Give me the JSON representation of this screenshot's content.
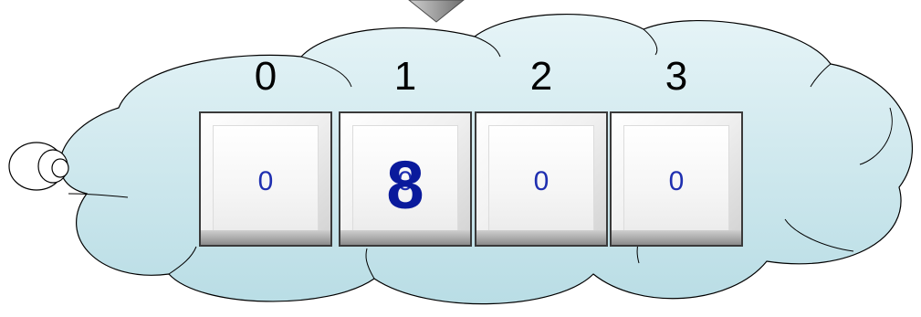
{
  "cells": [
    {
      "index": "0",
      "value": "0"
    },
    {
      "index": "1",
      "value": "0",
      "new_value": "8"
    },
    {
      "index": "2",
      "value": "0"
    },
    {
      "index": "3",
      "value": "0"
    }
  ],
  "colors": {
    "cloud_fill": "#c9e6ec",
    "cloud_stroke": "#000000",
    "cell_value": "#1f2fb0",
    "new_value": "#0a1a9c",
    "pointer": "#8a8a8a"
  }
}
